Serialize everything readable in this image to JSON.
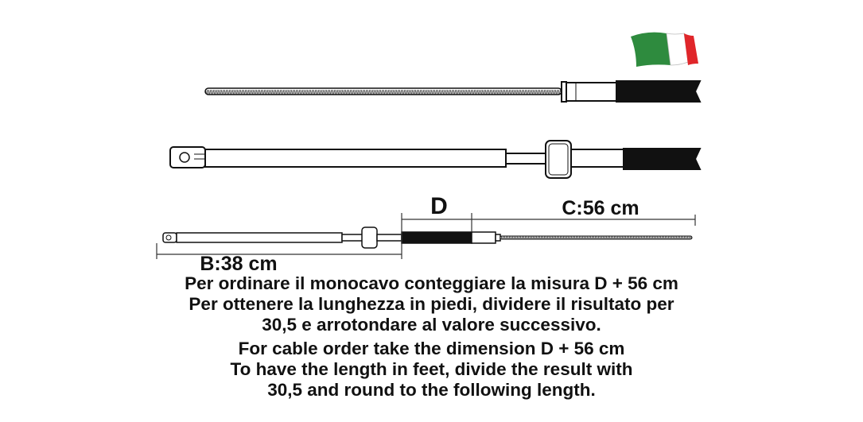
{
  "flag": {
    "colors": [
      "#2e8b3e",
      "#ffffff",
      "#e0262a"
    ]
  },
  "dimensions": {
    "d_label": "D",
    "c_label": "C:56 cm",
    "b_label": "B:38 cm"
  },
  "notes": {
    "it": [
      "Per ordinare il monocavo conteggiare la misura D + 56 cm",
      "Per ottenere la lunghezza in piedi, dividere il risultato per",
      "30,5 e arrotondare al valore successivo."
    ],
    "en": [
      "For cable order take the dimension D + 56 cm",
      "To have the length in feet, divide the result with",
      "30,5 and round to the following length."
    ]
  }
}
